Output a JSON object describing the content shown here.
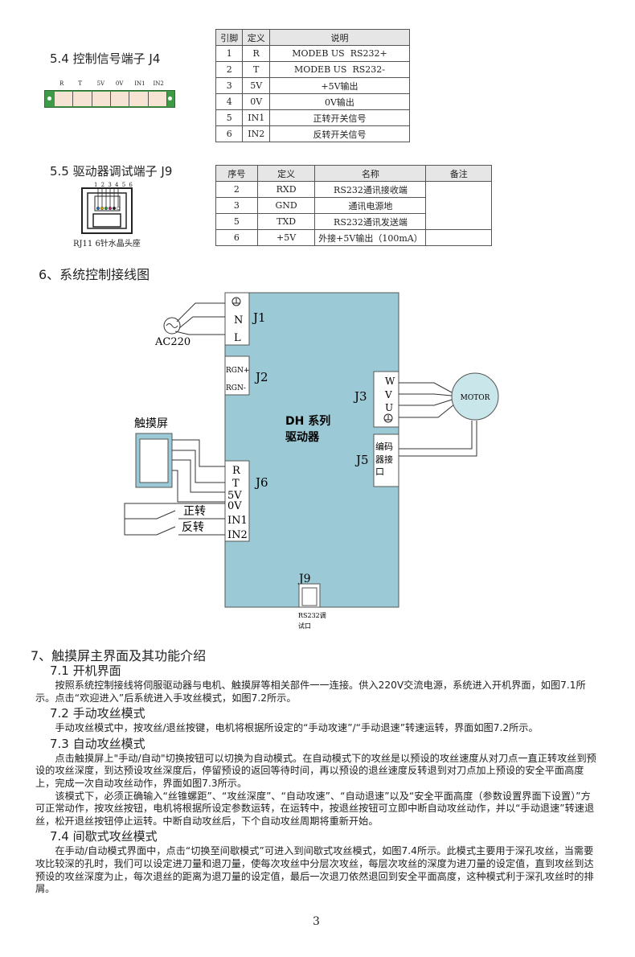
{
  "section_5_4": {
    "title": "5.4 控制信号端子 J4",
    "connector_labels": [
      "R",
      "T",
      "5V",
      "0V",
      "IN1",
      "IN2"
    ],
    "table": {
      "headers": [
        "引脚",
        "定义",
        "说明"
      ],
      "rows": [
        [
          "1",
          "R",
          "MODEB US  RS232+"
        ],
        [
          "2",
          "T",
          "MODEB US  RS232-"
        ],
        [
          "3",
          "5V",
          "+5V输出"
        ],
        [
          "4",
          "0V",
          "0V输出"
        ],
        [
          "5",
          "IN1",
          "正转开关信号"
        ],
        [
          "6",
          "IN2",
          "反转开关信号"
        ]
      ]
    }
  },
  "section_5_5": {
    "title": "5.5 驱动器调试端子 J9",
    "rj11_pins": "1 2 3 4 5 6",
    "rj11_caption": "RJ11  6针水晶头座",
    "pin_colors": [
      "#2a6fc0",
      "#d9b000",
      "#2a9a3a",
      "#c02080",
      "#222222",
      "#ffffff"
    ],
    "table": {
      "headers": [
        "序号",
        "定义",
        "名称",
        "备注"
      ],
      "rows": [
        [
          "2",
          "RXD",
          "RS232通讯接收端",
          ""
        ],
        [
          "3",
          "GND",
          "通讯电源地",
          ""
        ],
        [
          "5",
          "TXD",
          "RS232通讯发送端",
          ""
        ],
        [
          "6",
          "+5V",
          "外接+5V输出（100mA）",
          ""
        ]
      ]
    }
  },
  "section_6": {
    "title": "6、系统控制接线图",
    "diagram": {
      "driver_title_1": "DH  系列",
      "driver_title_2": "驱动器",
      "j1": "J1",
      "j1_n": "N",
      "j1_l": "L",
      "ac": "AC220",
      "j2": "J2",
      "j2_p": "RGN+",
      "j2_n": "RGN-",
      "j3": "J3",
      "j3_w": "W",
      "j3_v": "V",
      "j3_u": "U",
      "motor": "MOTOR",
      "j5": "J5",
      "j5_1": "编码",
      "j5_2": "器接",
      "j5_3": "口",
      "j6": "J6",
      "j6_pins": [
        "R",
        "T",
        "5V",
        "0V",
        "IN1",
        "IN2"
      ],
      "touchscreen": "触摸屏",
      "forward": "正转",
      "reverse": "反转",
      "j9": "J9",
      "j9_1": "RS232调",
      "j9_2": "试口",
      "box_color": "#9bcad6"
    }
  },
  "section_7": {
    "title": "7、触摸屏主界面及其功能介绍",
    "s71": {
      "title": "7.1 开机界面",
      "p": [
        "按照系统控制接线将伺服驱动器与电机、触摸屏等相关部件一一连接。供入220V交流电源，系统进入开机界面，如图7.1所示。点击“欢迎进入”后系统进入手攻丝模式，如图7.2所示。"
      ]
    },
    "s72": {
      "title": "7.2 手动攻丝模式",
      "p": [
        "手动攻丝模式中，按攻丝/退丝按键，电机将根据所设定的“手动攻速”/“手动退速”转速运转，界面如图7.2所示。"
      ]
    },
    "s73": {
      "title": "7.3 自动攻丝模式",
      "p": [
        "点击触摸屏上\"手动/自动\"切换按钮可以切换为自动模式。在自动模式下的攻丝是以预设的攻丝速度从对刀点一直正转攻丝到预设的攻丝深度，到达预设攻丝深度后，停留预设的返回等待时间，再以预设的退丝速度反转退到对刀点加上预设的安全平面高度上，完成一次自动攻丝动作，界面如图7.3所示。",
        "该模式下，必须正确输入“丝锥螺距”、“攻丝深度”、“自动攻速”、“自动退速”以及“安全平面高度（参数设置界面下设置）”方可正常动作，按攻丝按钮，电机将根据所设定参数运转，在运转中，按退丝按钮可立即中断自动攻丝动作，并以“手动退速”转速退丝，松开退丝按钮停止运转。中断自动攻丝后，下个自动攻丝周期将重新开始。"
      ]
    },
    "s74": {
      "title": "7.4 间歇式攻丝模式",
      "p": [
        "在手动/自动模式界面中，点击“切换至间歇模式”可进入到间歇式攻丝模式，如图7.4所示。此模式主要用于深孔攻丝，当需要攻比较深的孔时，我们可以设定进刀量和退刀量，使每次攻丝中分层次攻丝，每层次攻丝的深度为进刀量的设定值，直到攻丝到达预设的攻丝深度为止，每次退丝的距离为退刀量的设定值，最后一次退刀依然退回到安全平面高度，这种模式利于深孔攻丝时的排屑。"
      ]
    }
  },
  "page_number": "3"
}
